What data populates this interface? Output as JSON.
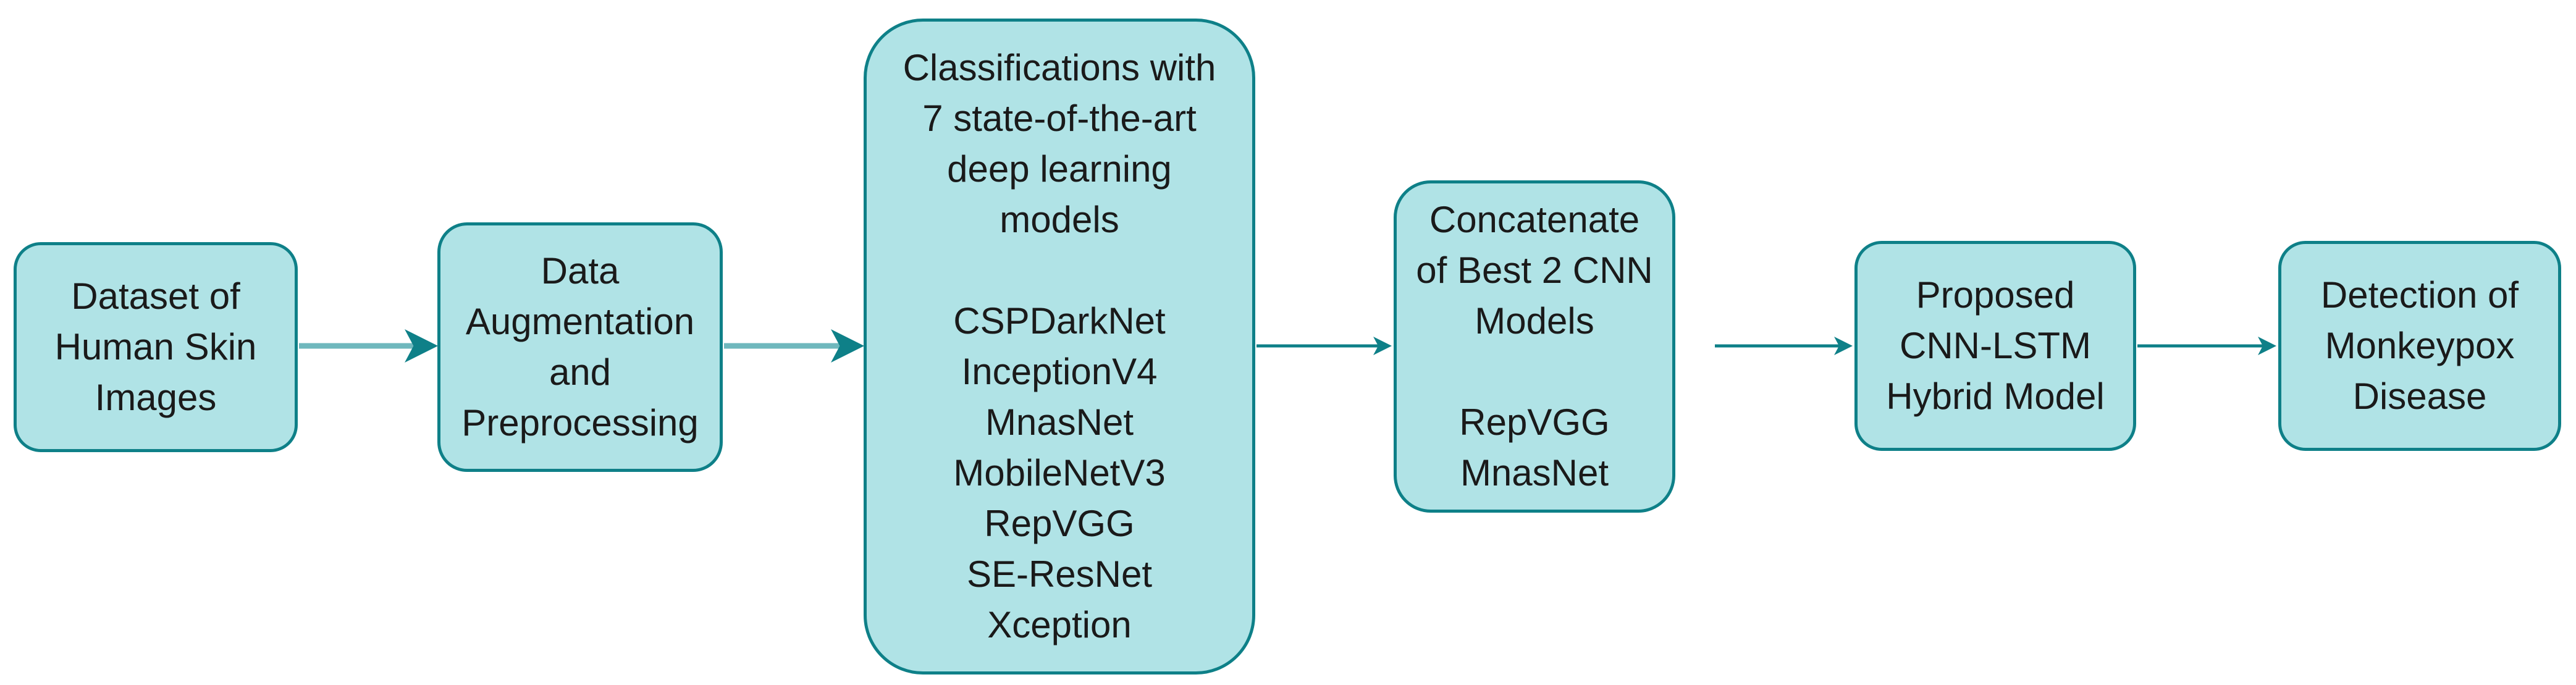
{
  "diagram": {
    "colors": {
      "box_fill": "#b0e3e6",
      "box_border": "#0e8088",
      "arrow_primary": "#0e8088",
      "arrow_secondary": "#6fb8bd",
      "text": "#1a1a1a"
    },
    "boxes": {
      "dataset": {
        "lines": [
          "Dataset of",
          "Human Skin",
          "Images"
        ]
      },
      "augmentation": {
        "lines": [
          "Data",
          "Augmentation",
          "and",
          "Preprocessing"
        ]
      },
      "classification": {
        "lines": [
          "Classifications with",
          "7 state-of-the-art",
          "deep learning",
          "models"
        ],
        "models": [
          "CSPDarkNet",
          "InceptionV4",
          "MnasNet",
          "MobileNetV3",
          "RepVGG",
          "SE-ResNet",
          "Xception"
        ]
      },
      "concatenate": {
        "lines": [
          "Concatenate",
          "of Best 2 CNN",
          "Models"
        ],
        "models": [
          "RepVGG",
          "MnasNet"
        ]
      },
      "proposed": {
        "lines": [
          "Proposed",
          "CNN-LSTM",
          "Hybrid Model"
        ]
      },
      "detection": {
        "lines": [
          "Detection of",
          "Monkeypox",
          "Disease"
        ]
      }
    }
  }
}
